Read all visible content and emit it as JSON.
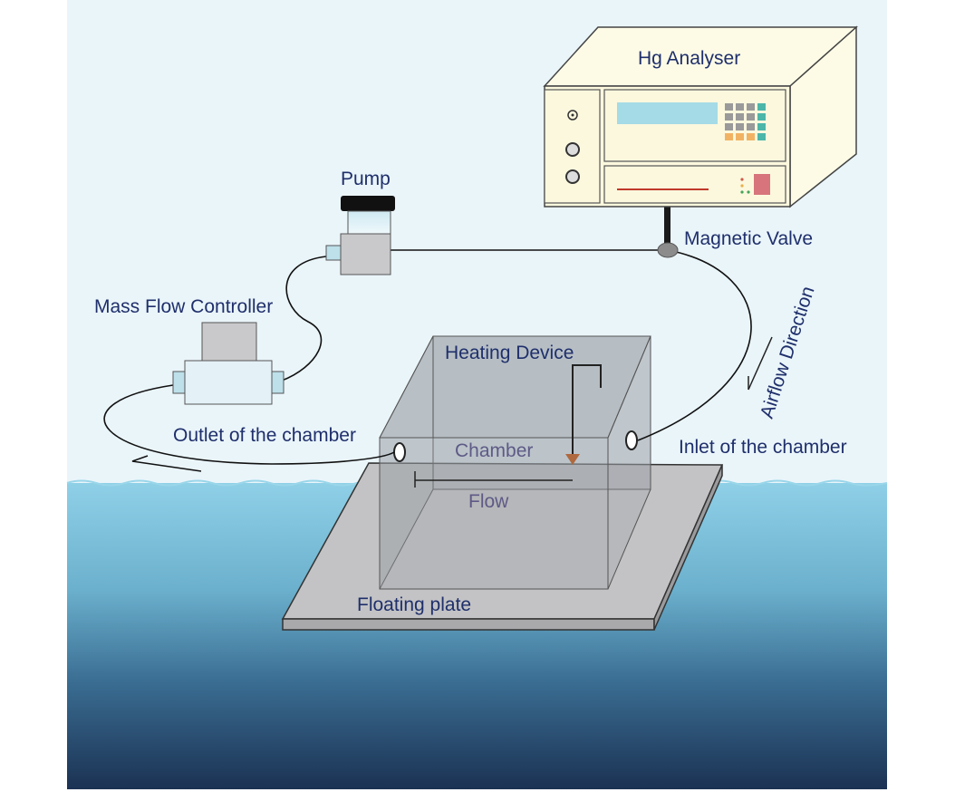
{
  "labels": {
    "hg_analyser": "Hg Analyser",
    "pump": "Pump",
    "magnetic_valve": "Magnetic Valve",
    "mass_flow_controller": "Mass Flow Controller",
    "airflow_direction": "Airflow Direction",
    "heating_device": "Heating Device",
    "outlet": "Outlet of the chamber",
    "inlet": "Inlet of the chamber",
    "chamber": "Chamber",
    "flow": "Flow",
    "floating_plate": "Floating plate"
  },
  "colors": {
    "sky": "#eaf5fa",
    "water_top": "#8ecfe6",
    "water_bottom": "#1c3558",
    "analyser_body": "#fbf8de",
    "display": "#a4dbe6",
    "label_text": "#1f2f6b",
    "red_marker": "#d7747c",
    "plate": "#c2c2c4"
  },
  "icons": {
    "analyser": "instrument-box-icon",
    "pump": "pump-icon",
    "valve": "valve-icon",
    "mfc": "mass-flow-controller-icon"
  }
}
